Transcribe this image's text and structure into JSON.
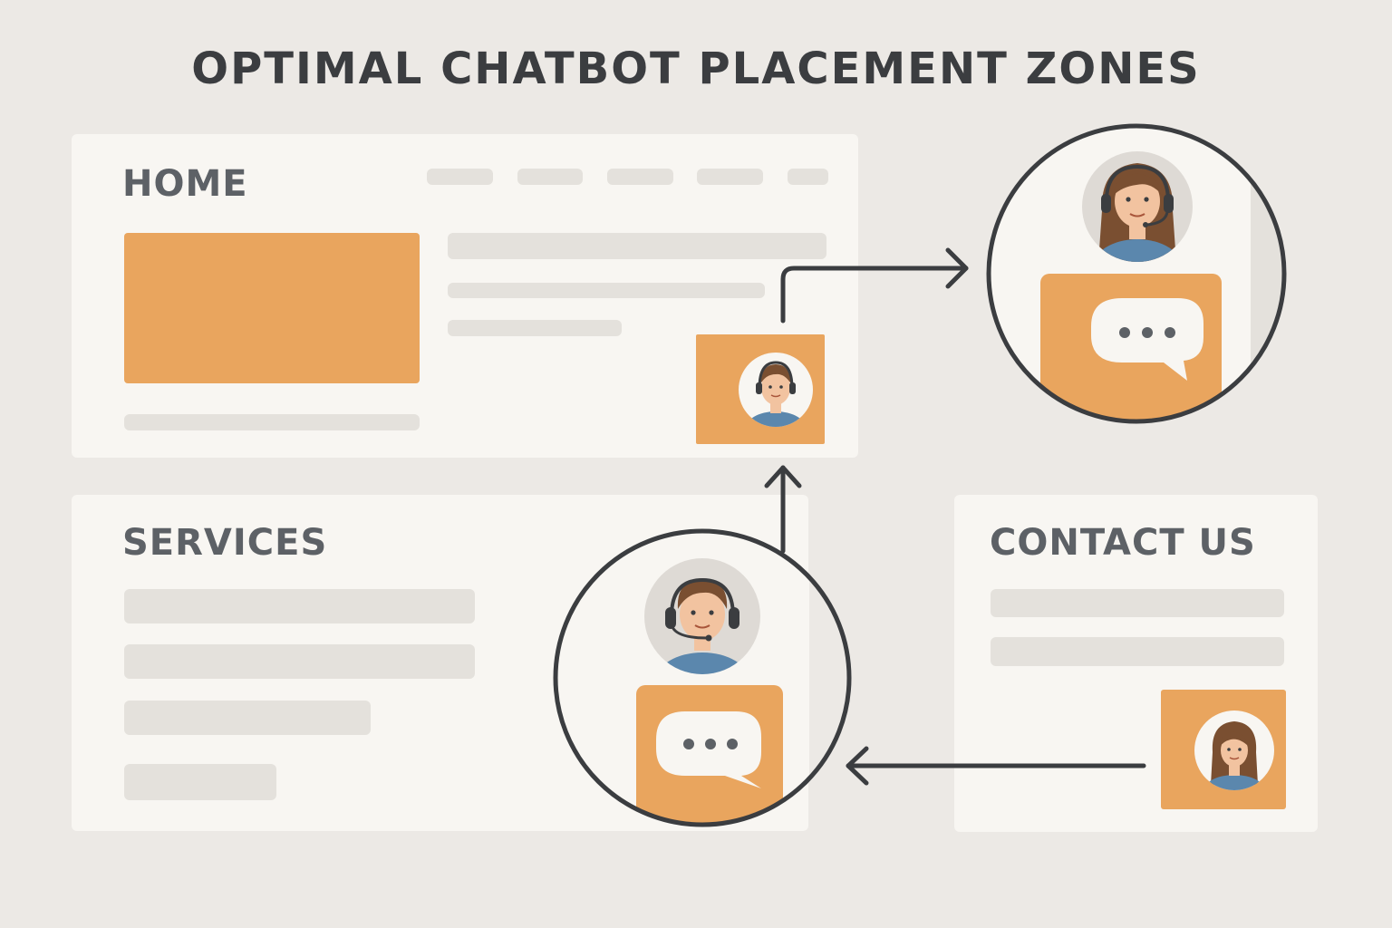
{
  "title": "OPTIMAL CHATBOT PLACEMENT ZONES",
  "panels": {
    "home": {
      "label": "HOME"
    },
    "services": {
      "label": "SERVICES"
    },
    "contact": {
      "label": "CONTACT US"
    }
  },
  "colors": {
    "background": "#ece9e5",
    "panel": "#f8f6f2",
    "placeholder": "#e4e1dc",
    "accent_orange": "#e9a55e",
    "outline": "#3b3d40",
    "heading": "#5d6166",
    "shirt_blue": "#5b87ad",
    "hair_brown": "#7a4f31"
  },
  "icons": [
    "agent-avatar-icon",
    "headset-icon",
    "chat-bubble-icon",
    "arrow-icon"
  ]
}
